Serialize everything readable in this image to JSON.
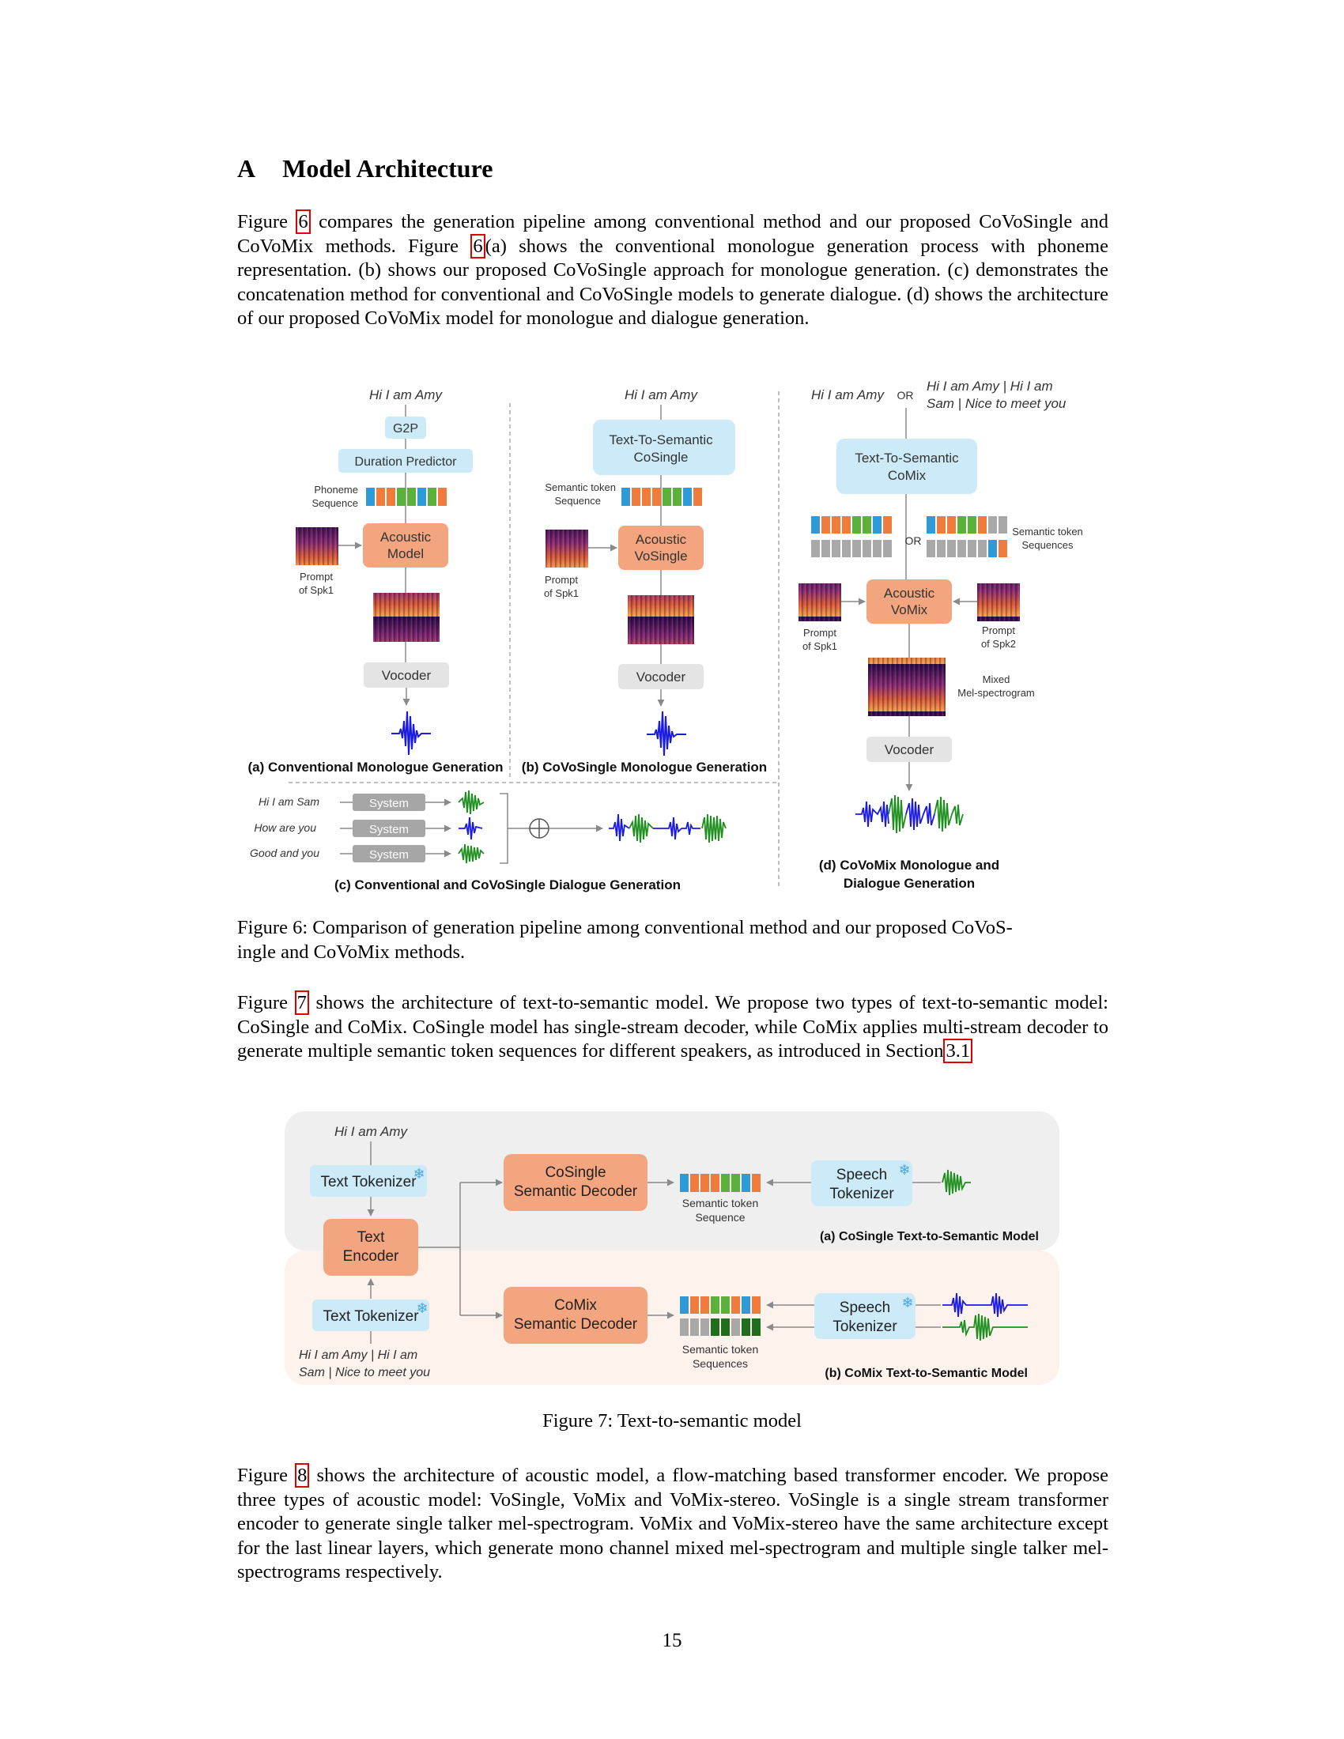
{
  "section": {
    "number": "A",
    "title": "Model Architecture"
  },
  "para1": {
    "t1": "Figure ",
    "ref1": "6",
    "t2": " compares the generation pipeline among conventional method and our proposed CoVoSingle and CoVoMix methods. Figure ",
    "ref2": "6",
    "t3": "(a) shows the conventional monologue generation process with phoneme representation. (b) shows our proposed CoVoSingle approach for monologue generation. (c) demonstrates the concatenation method for conventional and CoVoSingle models to generate dialogue. (d) shows the architecture of our proposed CoVoMix model for monologue and dialogue generation."
  },
  "figure6": {
    "a": {
      "input": "Hi I am Amy",
      "g2p": "G2P",
      "duration": "Duration Predictor",
      "seq_l1": "Phoneme",
      "seq_l2": "Sequence",
      "prompt_l1": "Prompt",
      "prompt_l2": "of Spk1",
      "acoustic_l1": "Acoustic",
      "acoustic_l2": "Model",
      "vocoder": "Vocoder",
      "caption": "(a) Conventional Monologue Generation"
    },
    "b": {
      "input": "Hi I am Amy",
      "tts_l1": "Text-To-Semantic",
      "tts_l2": "CoSingle",
      "seq_l1": "Semantic token",
      "seq_l2": "Sequence",
      "prompt_l1": "Prompt",
      "prompt_l2": "of Spk1",
      "acoustic_l1": "Acoustic",
      "acoustic_l2": "VoSingle",
      "vocoder": "Vocoder",
      "caption": "(b) CoVoSingle Monologue Generation"
    },
    "c": {
      "inputs": [
        "Hi I am Sam",
        "How are you",
        "Good and you"
      ],
      "system": "System",
      "caption": "(c) Conventional and CoVoSingle Dialogue Generation"
    },
    "d": {
      "input1": "Hi I am Amy",
      "or": "OR",
      "input2_l1": "Hi I am Amy | Hi I am",
      "input2_l2": "Sam | Nice to meet you",
      "tts_l1": "Text-To-Semantic",
      "tts_l2": "CoMix",
      "seq_l1": "Semantic token",
      "seq_l2": "Sequences",
      "acoustic_l1": "Acoustic",
      "acoustic_l2": "VoMix",
      "prompt1_l1": "Prompt",
      "prompt1_l2": "of Spk1",
      "prompt2_l1": "Prompt",
      "prompt2_l2": "of Spk2",
      "mel_l1": "Mixed",
      "mel_l2": "Mel-spectrogram",
      "vocoder": "Vocoder",
      "caption_l1": "(d) CoVoMix Monologue and",
      "caption_l2": "Dialogue Generation"
    }
  },
  "caption6": {
    "l1": "Figure 6: Comparison of generation pipeline among conventional method and our proposed CoVoS-",
    "l2": "ingle and CoVoMix methods."
  },
  "para2": {
    "t1": "Figure ",
    "ref1": "7",
    "t2": " shows the architecture of text-to-semantic model. We propose two types of text-to-semantic model: CoSingle and CoMix. CoSingle model has single-stream decoder, while CoMix applies multi-stream decoder to generate multiple semantic token sequences for different speakers, as introduced in Section",
    "ref2": "3.1"
  },
  "figure7": {
    "input_top": "Hi I am Amy",
    "text_tokenizer": "Text Tokenizer",
    "text_encoder_l1": "Text",
    "text_encoder_l2": "Encoder",
    "input_bottom_l1": "Hi I am Amy | Hi I am",
    "input_bottom_l2": "Sam | Nice to meet you",
    "cosingle_l1": "CoSingle",
    "cosingle_l2": "Semantic Decoder",
    "comix_l1": "CoMix",
    "comix_l2": "Semantic Decoder",
    "seq_a_l1": "Semantic token",
    "seq_a_l2": "Sequence",
    "seq_b_l1": "Semantic token",
    "seq_b_l2": "Sequences",
    "speech_tok_l1": "Speech",
    "speech_tok_l2": "Tokenizer",
    "snowflake": "❄",
    "label_a": "(a) CoSingle Text-to-Semantic Model",
    "label_b": "(b) CoMix Text-to-Semantic Model"
  },
  "caption7": "Figure 7: Text-to-semantic model",
  "para3": {
    "t1": "Figure ",
    "ref1": "8",
    "t2": " shows the architecture of acoustic model, a flow-matching based transformer encoder. We propose three types of acoustic model: VoSingle, VoMix and VoMix-stereo. VoSingle is a single stream transformer encoder to generate single talker mel-spectrogram. VoMix and VoMix-stereo have the same architecture except for the last linear layers, which generate mono channel mixed mel-spectrogram and multiple single talker mel-spectrograms respectively."
  },
  "page_number": "15",
  "colors": {
    "blue_box": "#cdeaf8",
    "orange_box": "#f2a57e",
    "gray_box": "#e4e4e4",
    "token_blue": "#2e9ad8",
    "token_orange": "#ef7b3d",
    "token_green": "#5cb13d",
    "token_gray": "#a8a8a8",
    "wave_blue": "#1a1ae0",
    "wave_green": "#1e8f1e",
    "link_red": "#e00000"
  }
}
